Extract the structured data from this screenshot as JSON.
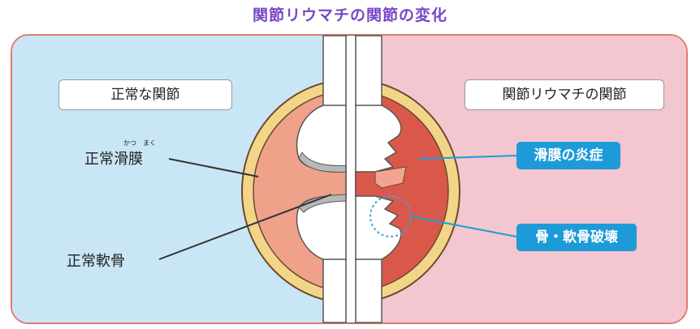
{
  "title": "関節リウマチの関節の変化",
  "left": {
    "heading": "正常な関節",
    "synovium": "正常滑膜",
    "synovium_ruby_1": "かつ",
    "synovium_ruby_2": "まく",
    "cartilage": "正常軟骨"
  },
  "right": {
    "heading": "関節リウマチの関節",
    "inflammation": "滑膜の炎症",
    "destruction": "骨・軟骨破壊"
  },
  "colors": {
    "left_bg": "#c9e6f6",
    "right_bg": "#f4c6cf",
    "capsule": "#f3d58a",
    "normal_synovium": "#f0a18a",
    "inflamed_synovium": "#d9584a",
    "label_box": "#1d9bd8",
    "title": "#7a46c6"
  }
}
